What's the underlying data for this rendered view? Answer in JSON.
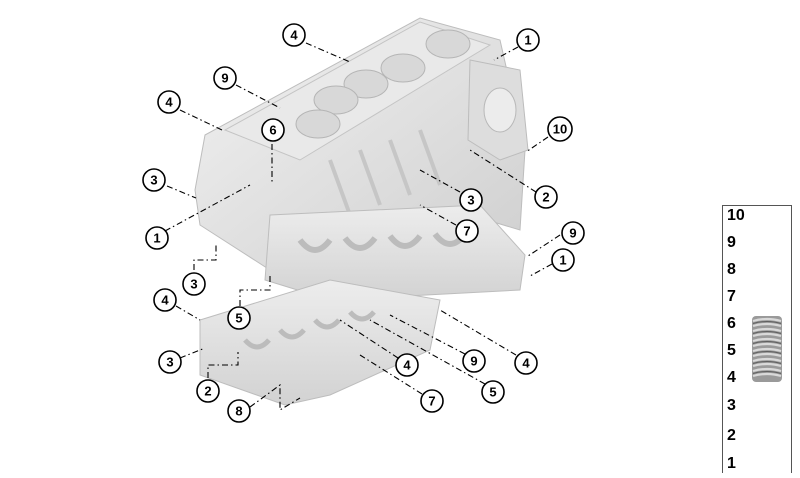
{
  "callouts": [
    "1",
    "1",
    "1",
    "2",
    "2",
    "3",
    "3",
    "3",
    "3",
    "4",
    "4",
    "4",
    "4",
    "4",
    "5",
    "5",
    "6",
    "7",
    "7",
    "8",
    "9",
    "9",
    "9",
    "10"
  ],
  "legend": {
    "numbers": [
      "10",
      "9",
      "8",
      "7",
      "6",
      "5",
      "4",
      "3",
      "2",
      "1"
    ],
    "thumbnail_icon": "spring-coil-icon"
  },
  "colors": {
    "part_fill": "#e6e6e6",
    "part_shadow": "#c9c9c9",
    "line": "#000000"
  }
}
